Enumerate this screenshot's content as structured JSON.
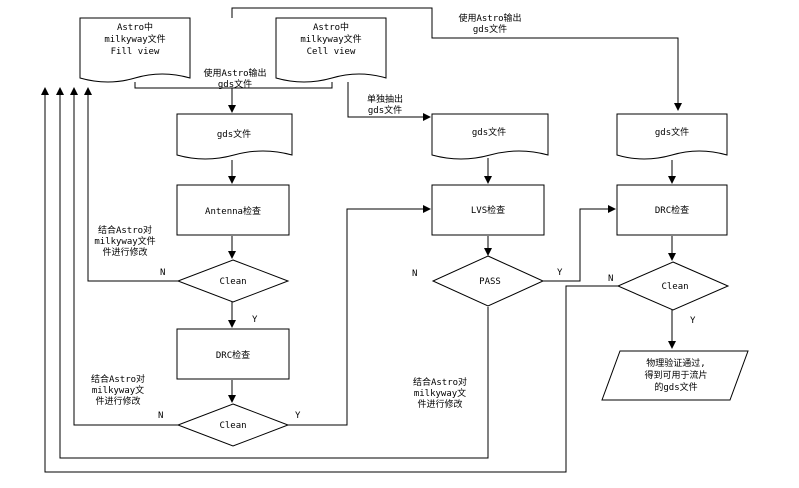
{
  "colors": {
    "line": "#000000",
    "fill": "#ffffff",
    "background": "#ffffff"
  },
  "docs": {
    "fill_view": [
      "Astro中",
      "milkyway文件",
      "Fill view"
    ],
    "cell_view": [
      "Astro中",
      "milkyway文件",
      "Cell view"
    ],
    "gds_left": "gds文件",
    "gds_mid": "gds文件",
    "gds_right": "gds文件"
  },
  "labels": {
    "astro_out_top": [
      "使用Astro输出",
      "gds文件"
    ],
    "astro_out_mid": [
      "使用Astro输出",
      "gds文件"
    ],
    "extract_single": [
      "单独抽出",
      "gds文件"
    ],
    "fix_upper": [
      "结合Astro对",
      "milkyway文件",
      "件进行修改"
    ],
    "fix_lower": [
      "结合Astro对",
      "milkyway文",
      "件进行修改"
    ],
    "fix_mid": [
      "结合Astro对",
      "milkyway文",
      "件进行修改"
    ]
  },
  "process": {
    "antenna": "Antenna检查",
    "drc_left": "DRC检查",
    "lvs": "LVS检查",
    "drc_right": "DRC检查"
  },
  "decisions": {
    "clean1": "Clean",
    "clean2": "Clean",
    "pass": "PASS",
    "clean3": "Clean"
  },
  "branches": {
    "n1": "N",
    "y1": "Y",
    "n2": "N",
    "y2": "Y",
    "n_pass": "N",
    "y_pass": "Y",
    "n3": "N",
    "y3": "Y"
  },
  "output": [
    "物理验证通过,",
    "得到可用于流片",
    "的gds文件"
  ]
}
